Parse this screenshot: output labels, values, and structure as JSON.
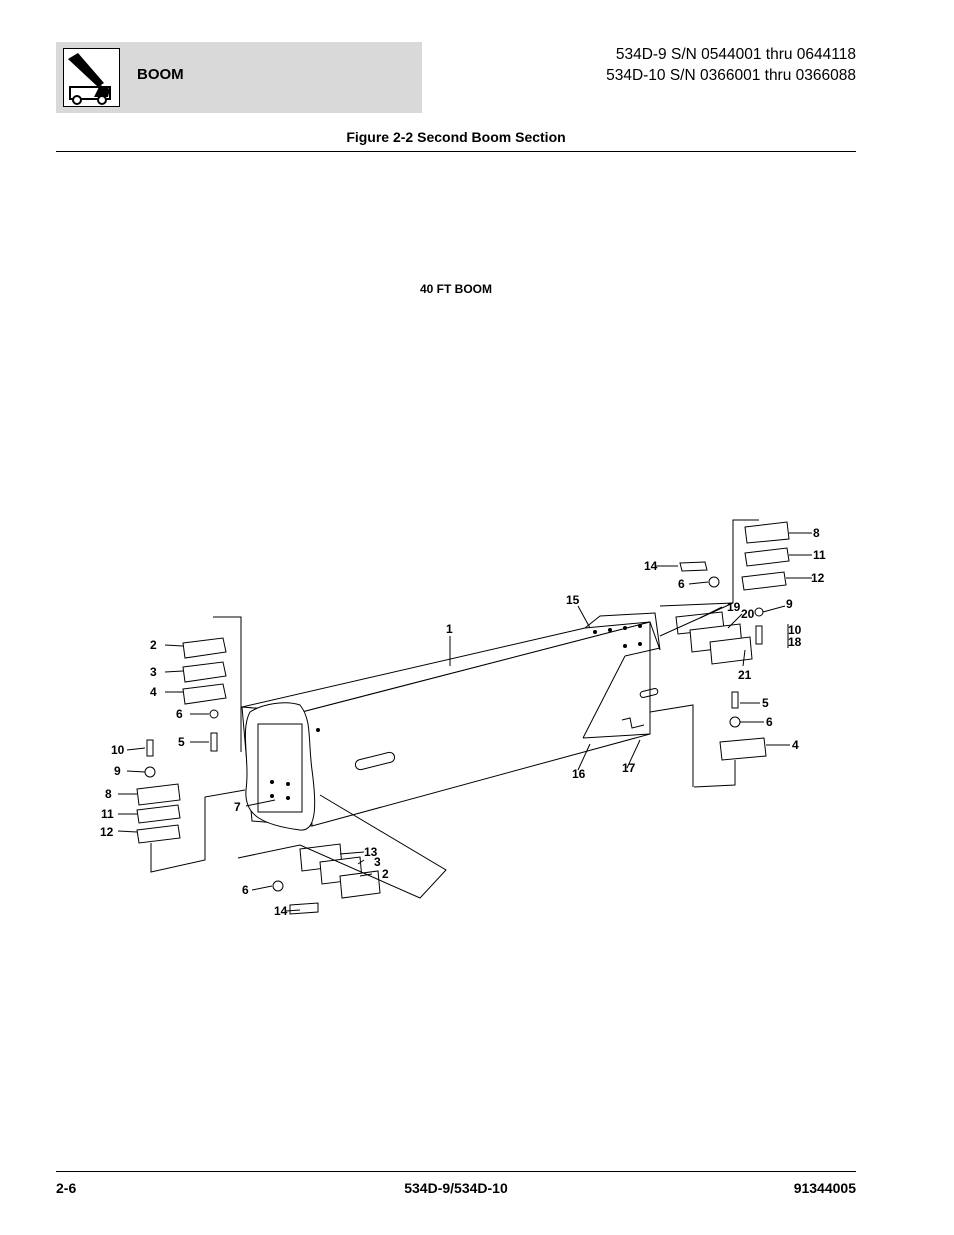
{
  "header": {
    "section": "BOOM",
    "serial_line_1": "534D-9 S/N 0544001 thru 0644118",
    "serial_line_2": "534D-10 S/N 0366001 thru 0366088"
  },
  "figure": {
    "title": "Figure 2-2 Second Boom Section",
    "subtitle": "40 FT BOOM",
    "callouts": [
      "1",
      "2",
      "3",
      "4",
      "5",
      "6",
      "7",
      "8",
      "9",
      "10",
      "11",
      "12",
      "13",
      "14",
      "15",
      "16",
      "17",
      "18",
      "19",
      "20",
      "21"
    ]
  },
  "footer": {
    "page": "2-6",
    "model": "534D-9/534D-10",
    "part_number": "91344005"
  }
}
